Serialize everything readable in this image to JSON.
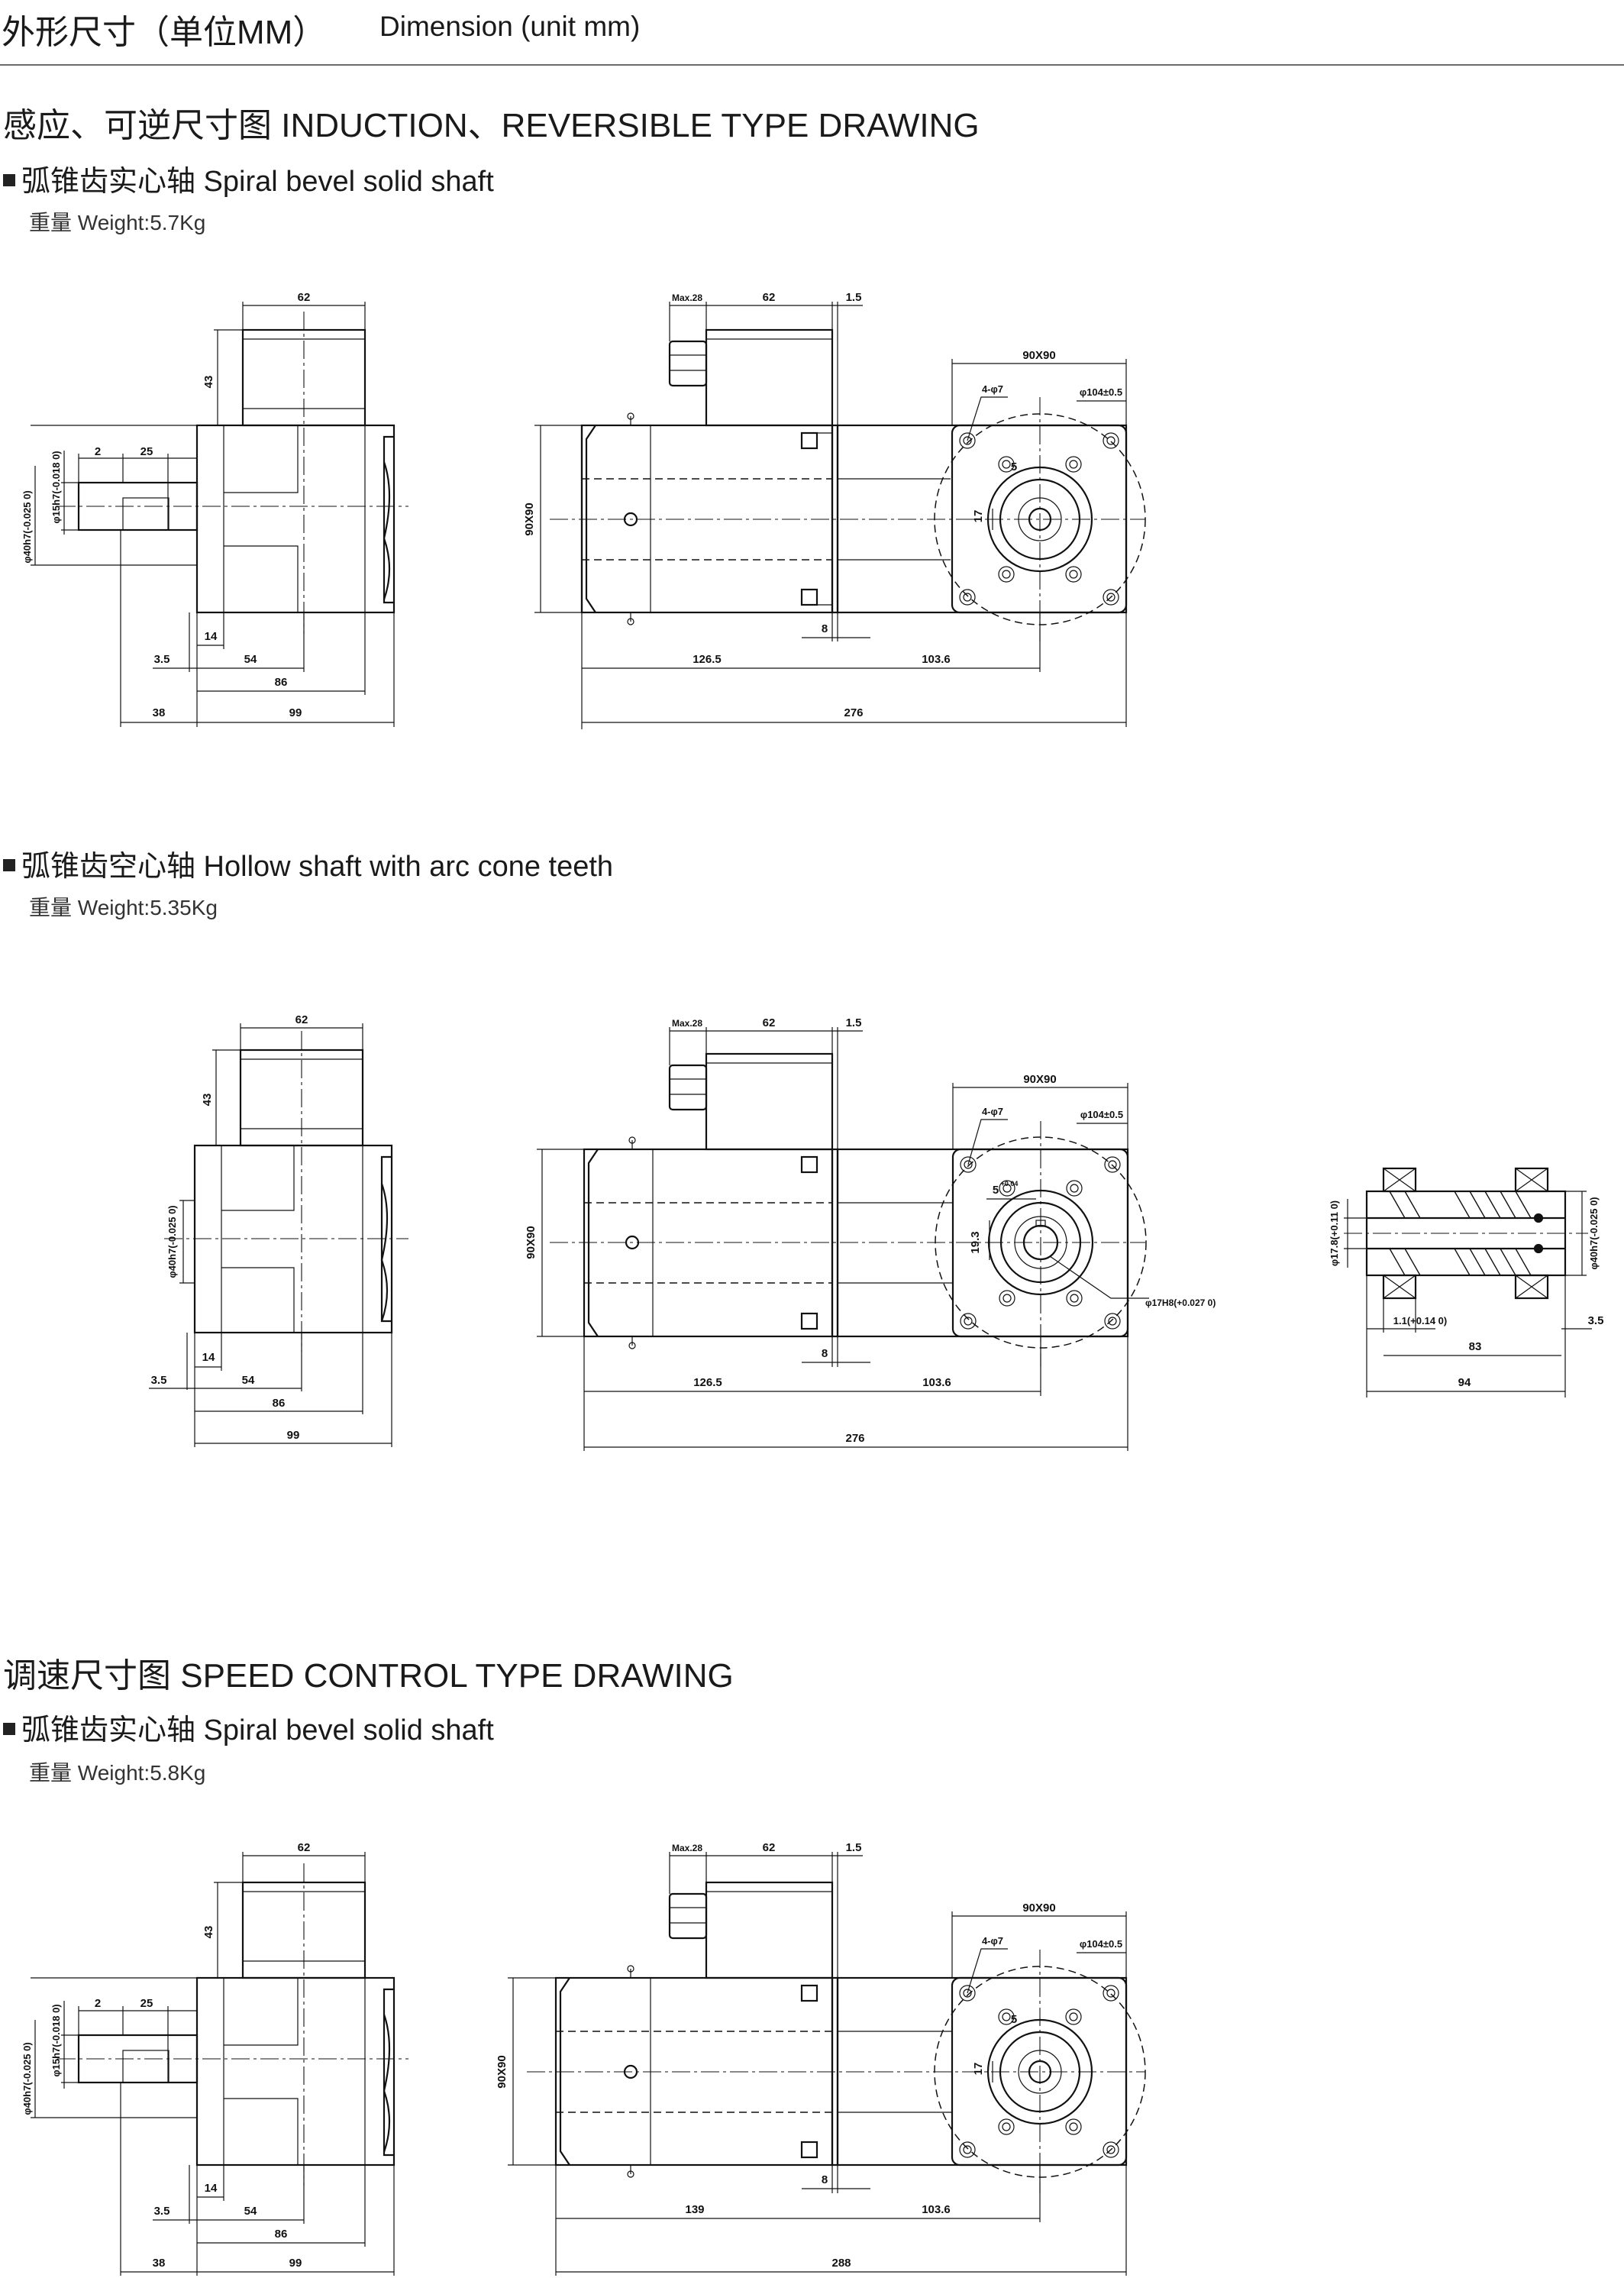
{
  "header": {
    "title_cn": "外形尺寸（单位MM）",
    "title_en": "Dimension (unit mm)"
  },
  "sections": [
    {
      "title": "感应、可逆尺寸图 INDUCTION、REVERSIBLE TYPE DRAWING"
    },
    {
      "title": "调速尺寸图 SPEED CONTROL TYPE DRAWING"
    }
  ],
  "drawings": [
    {
      "subtitle": "弧锥齿实心轴 Spiral bevel solid shaft",
      "weight": "重量 Weight:5.7Kg",
      "side": {
        "d62": "62",
        "d43": "43",
        "d2": "2",
        "d25": "25",
        "d15": "φ15h7(-0.018 0)",
        "d40": "φ40h7(-0.025 0)",
        "d14": "14",
        "d35": "3.5",
        "d54": "54",
        "d86": "86",
        "d38": "38",
        "d99": "99"
      },
      "front": {
        "max28": "Max.28",
        "d62": "62",
        "d15": "1.5",
        "d9090v": "90X90",
        "d8": "8",
        "d1265": "126.5",
        "d1036": "103.6",
        "d276": "276"
      },
      "flange": {
        "d9090": "90X90",
        "d47": "4-φ7",
        "d104": "φ104±0.5",
        "d5": "5",
        "d17": "17"
      }
    },
    {
      "subtitle": "弧锥齿空心轴 Hollow shaft with arc cone teeth",
      "weight": "重量 Weight:5.35Kg",
      "side": {
        "d62": "62",
        "d43": "43",
        "d40": "φ40h7(-0.025 0)",
        "d14": "14",
        "d35": "3.5",
        "d54": "54",
        "d86": "86",
        "d99": "99"
      },
      "front": {
        "max28": "Max.28",
        "d62": "62",
        "d15": "1.5",
        "d9090v": "90X90",
        "d8": "8",
        "d1265": "126.5",
        "d1036": "103.6",
        "d276": "276"
      },
      "flange": {
        "d9090": "90X90",
        "d47": "4-φ7",
        "d104": "φ104±0.5",
        "d5": "5",
        "d5tol": "+0.04",
        "d193": "19.3",
        "d17h8": "φ17H8(+0.027 0)"
      },
      "shaft": {
        "d178": "φ17.8(+0.11 0)",
        "d40": "φ40h7(-0.025 0)",
        "d11": "1.1(+0.14 0)",
        "d35": "3.5",
        "d83": "83",
        "d94": "94"
      }
    },
    {
      "subtitle": "弧锥齿实心轴 Spiral bevel solid shaft",
      "weight": "重量 Weight:5.8Kg",
      "side": {
        "d62": "62",
        "d43": "43",
        "d2": "2",
        "d25": "25",
        "d15": "φ15h7(-0.018 0)",
        "d40": "φ40h7(-0.025 0)",
        "d14": "14",
        "d35": "3.5",
        "d54": "54",
        "d86": "86",
        "d38": "38",
        "d99": "99"
      },
      "front": {
        "max28": "Max.28",
        "d62": "62",
        "d15": "1.5",
        "d9090v": "90X90",
        "d8": "8",
        "d1265": "139",
        "d1036": "103.6",
        "d276": "288"
      },
      "flange": {
        "d9090": "90X90",
        "d47": "4-φ7",
        "d104": "φ104±0.5",
        "d5": "5",
        "d17": "17"
      }
    }
  ]
}
